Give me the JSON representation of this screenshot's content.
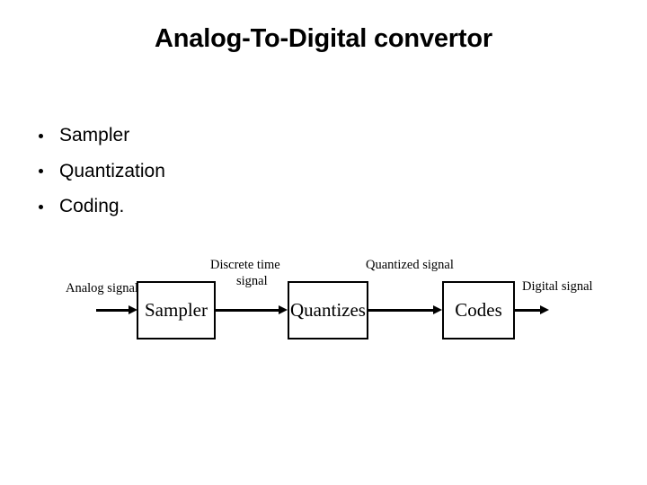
{
  "slide": {
    "title": "Analog-To-Digital convertor",
    "background_color": "#ffffff",
    "text_color": "#000000"
  },
  "bullets": [
    {
      "label": "Sampler"
    },
    {
      "label": "Quantization"
    },
    {
      "label": "Coding."
    }
  ],
  "diagram": {
    "blocks": [
      {
        "label": "Sampler"
      },
      {
        "label": "Quantizes"
      },
      {
        "label": "Codes"
      }
    ],
    "signal_labels": [
      {
        "label": "Analog signal"
      },
      {
        "label": "Discrete time"
      },
      {
        "label": "signal"
      },
      {
        "label": "Quantized signal"
      },
      {
        "label": "Digital signal"
      }
    ],
    "arrows": [
      {
        "name": "analog-signal-arrow"
      },
      {
        "name": "discrete-time-signal-arrow"
      },
      {
        "name": "quantized-signal-arrow"
      },
      {
        "name": "digital-signal-arrow"
      }
    ],
    "line_color": "#000000"
  }
}
